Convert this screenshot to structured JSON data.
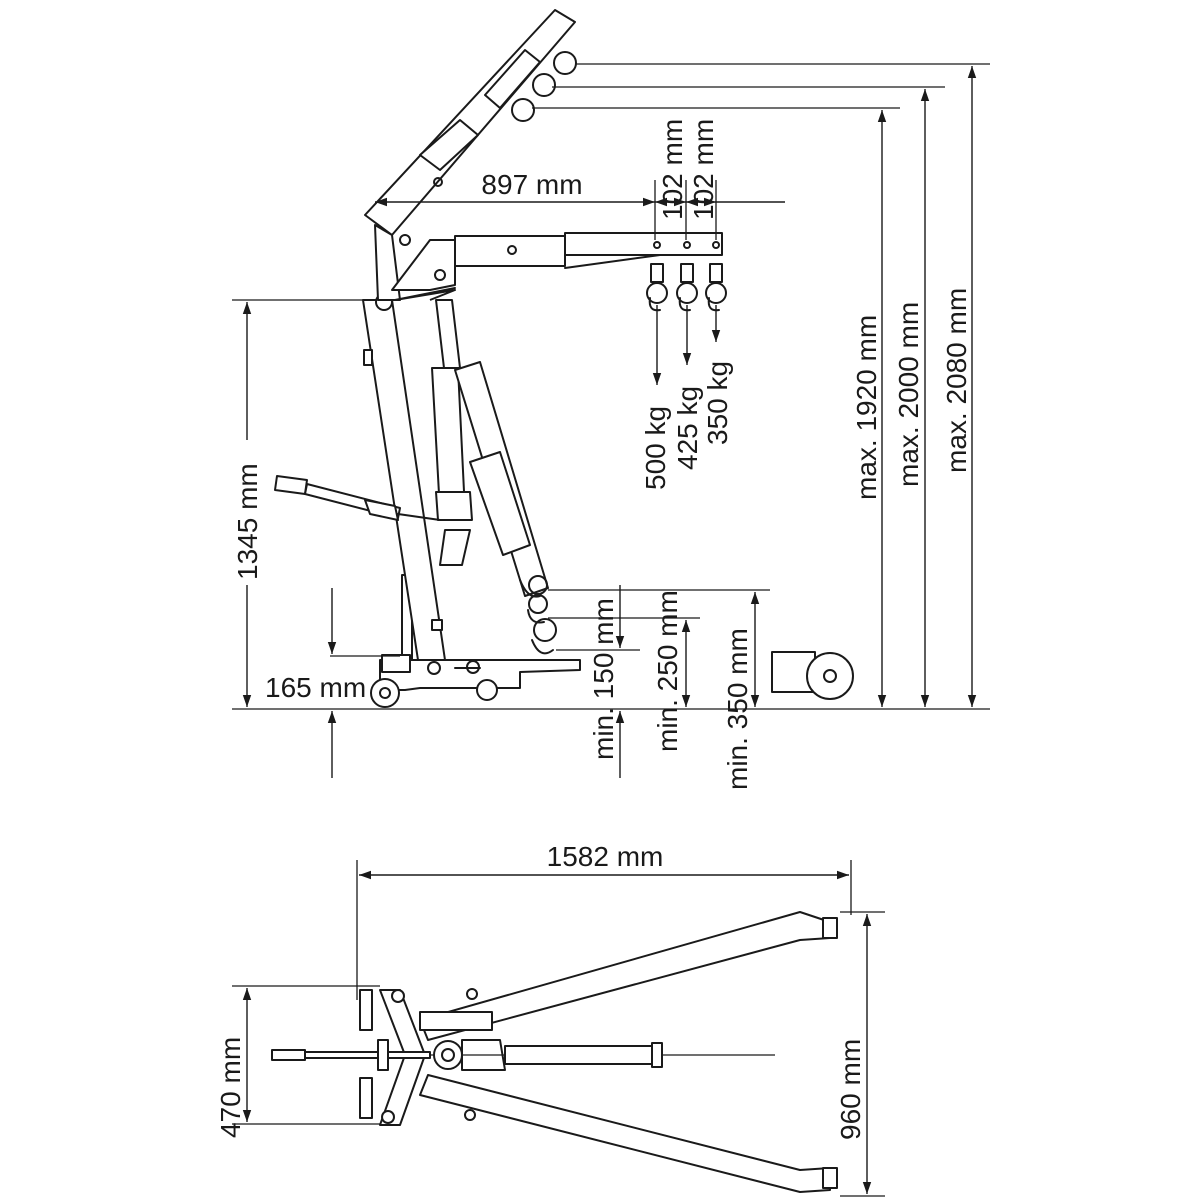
{
  "side_view": {
    "reach": "897 mm",
    "step_1": "102 mm",
    "step_2": "102 mm",
    "load_1": "500 kg",
    "load_2": "425 kg",
    "load_3": "350 kg",
    "height_1": "max. 1920 mm",
    "height_2": "max. 2000 mm",
    "height_3": "max. 2080 mm",
    "leg_height": "1345 mm",
    "ground_clearance": "165 mm",
    "min_1": "min. 150 mm",
    "min_2": "min. 250 mm",
    "min_3": "min. 350 mm"
  },
  "top_view": {
    "length": "1582 mm",
    "inner_width": "470 mm",
    "outer_width": "960 mm"
  }
}
